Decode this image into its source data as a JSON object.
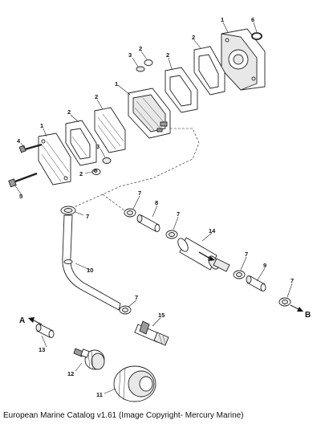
{
  "diagram": {
    "callouts": {
      "c1a": "1",
      "c6": "6",
      "c2a": "2",
      "c2b": "2",
      "c2c": "2",
      "c3a": "3",
      "c1b": "1",
      "c2d": "2",
      "c2e": "2",
      "c1c": "1",
      "c4": "4",
      "c3b": "3",
      "c2f": "2",
      "c5": "5",
      "c7a": "7",
      "c8": "8",
      "c7b": "7",
      "c7c": "7",
      "c14": "14",
      "c7d": "7",
      "c9": "9",
      "c7e": "7",
      "c10": "10",
      "c7f": "7",
      "c15": "15",
      "c13": "13",
      "c12": "12",
      "c11": "11"
    },
    "letters": {
      "a": "A",
      "b": "B"
    }
  },
  "caption": "European Marine Catalog v1.61 (Image Copyright- Mercury Marine)"
}
